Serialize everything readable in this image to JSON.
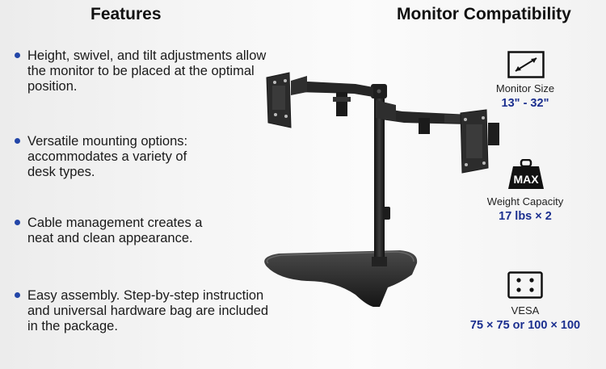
{
  "headings": {
    "features": "Features",
    "compatibility": "Monitor Compatibility"
  },
  "features": [
    {
      "text": "Height, swivel, and tilt adjustments allow the monitor to be placed at the optimal position."
    },
    {
      "text": "Versatile mounting options: accommodates a variety of desk types."
    },
    {
      "text": "Cable management creates a neat and clean appearance."
    },
    {
      "text": "Easy assembly. Step-by-step instruction and universal hardware bag are included in the package."
    }
  ],
  "compatibility": {
    "monitor_size": {
      "label": "Monitor Size",
      "value": "13\" - 32\"",
      "icon": "diagonal-arrow-screen-icon"
    },
    "weight": {
      "label": "Weight Capacity",
      "value": "17 lbs × 2",
      "icon": "max-weight-icon",
      "icon_text": "MAX"
    },
    "vesa": {
      "label": "VESA",
      "value": "75 × 75 or 100 × 100",
      "icon": "vesa-holes-icon"
    }
  },
  "colors": {
    "accent": "#1b2f8f",
    "bullet": "#2346a8",
    "metal": "#2a2a2a"
  }
}
